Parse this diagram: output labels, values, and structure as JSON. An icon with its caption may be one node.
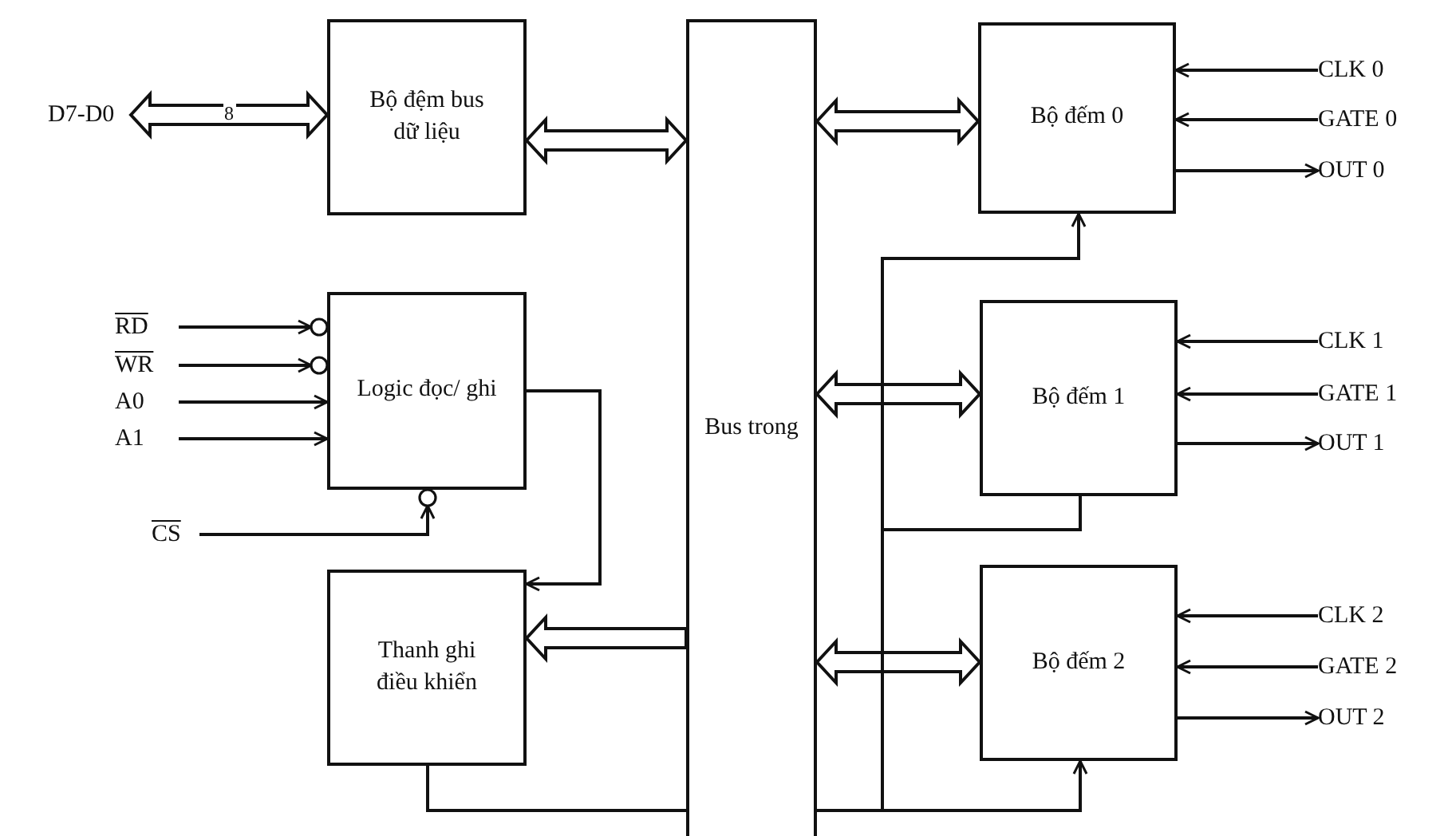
{
  "diagram": {
    "nodes": [
      {
        "text": [
          "D7-D0"
        ]
      },
      {
        "text": [
          "Bộ đệm bus dữ liệu"
        ]
      },
      {
        "text": [
          "Logic đọc/ ghi"
        ]
      },
      {
        "text": [
          "RD"
        ]
      },
      {
        "text": [
          "WR"
        ]
      },
      {
        "text": [
          "A0"
        ]
      },
      {
        "text": [
          "A1"
        ]
      },
      {
        "text": [
          "CS"
        ]
      },
      {
        "text": [
          "Thanh ghi điều khiển"
        ]
      },
      {
        "text": [
          "Bus trong"
        ]
      },
      {
        "text": [
          "Bộ đếm 0"
        ]
      },
      {
        "text": [
          "Bộ đếm 1"
        ]
      },
      {
        "text": [
          "Bộ đếm 2"
        ]
      },
      {
        "text": [
          "CLK 0"
        ]
      },
      {
        "text": [
          "GATE 0"
        ]
      },
      {
        "text": [
          "OUT 0"
        ]
      },
      {
        "text": [
          "CLK 1"
        ]
      },
      {
        "text": [
          "GATE 1"
        ]
      },
      {
        "text": [
          "OUT 1"
        ]
      },
      {
        "text": [
          "CLK 2"
        ]
      },
      {
        "text": [
          "GATE 2"
        ]
      },
      {
        "text": [
          "OUT 2"
        ]
      }
    ],
    "edges": [
      {
        "from": 0,
        "to": 1,
        "arrow": "both",
        "style": "thick",
        "label": "8"
      },
      {
        "from": 1,
        "to": 9,
        "arrow": "both",
        "style": "thick"
      },
      {
        "from": 3,
        "to": 2,
        "arrow": "to"
      },
      {
        "from": 4,
        "to": 2,
        "arrow": "to"
      },
      {
        "from": 5,
        "to": 2,
        "arrow": "to"
      },
      {
        "from": 6,
        "to": 2,
        "arrow": "to"
      },
      {
        "from": 7,
        "to": 2,
        "arrow": "to"
      },
      {
        "from": 2,
        "to": 8,
        "arrow": "to"
      },
      {
        "from": 9,
        "to": 8,
        "arrow": "to",
        "style": "thick"
      },
      {
        "from": 8,
        "to": 9,
        "arrow": "none"
      },
      {
        "from": 9,
        "to": 10,
        "arrow": "both",
        "style": "thick"
      },
      {
        "from": 9,
        "to": 11,
        "arrow": "both",
        "style": "thick"
      },
      {
        "from": 9,
        "to": 12,
        "arrow": "both",
        "style": "thick"
      },
      {
        "from": 9,
        "to": 10,
        "arrow": "to"
      },
      {
        "from": 9,
        "to": 11,
        "arrow": "none"
      },
      {
        "from": 9,
        "to": 12,
        "arrow": "to"
      },
      {
        "from": 13,
        "to": 10,
        "arrow": "to"
      },
      {
        "from": 14,
        "to": 10,
        "arrow": "to"
      },
      {
        "from": 10,
        "to": 15,
        "arrow": "to"
      },
      {
        "from": 16,
        "to": 11,
        "arrow": "to"
      },
      {
        "from": 17,
        "to": 11,
        "arrow": "to"
      },
      {
        "from": 11,
        "to": 18,
        "arrow": "to"
      },
      {
        "from": 19,
        "to": 12,
        "arrow": "to"
      },
      {
        "from": 20,
        "to": 12,
        "arrow": "to"
      },
      {
        "from": 12,
        "to": 21,
        "arrow": "to"
      }
    ]
  }
}
